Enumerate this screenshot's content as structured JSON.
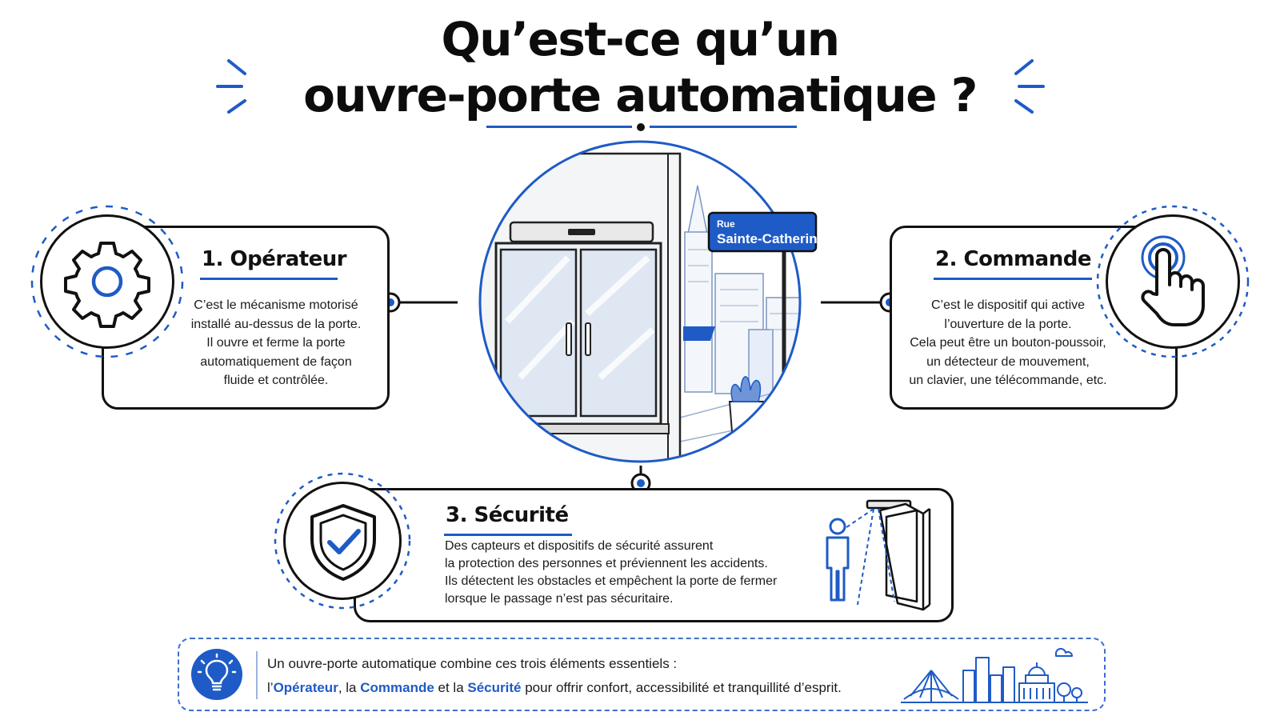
{
  "title": {
    "line1": "Qu’est-ce qu’un",
    "line2": "ouvre-porte automatique ?"
  },
  "illustration": {
    "street_sign_line1": "Rue",
    "street_sign_line2": "Sainte-Catherine"
  },
  "cards": [
    {
      "title": "1. Opérateur",
      "icon": "gear-icon",
      "lines": [
        "C’est le mécanisme motorisé",
        "installé au-dessus de la porte.",
        "Il ouvre et ferme la porte",
        "automatiquement de façon",
        "fluide et contrôlée."
      ]
    },
    {
      "title": "2. Commande",
      "icon": "hand-pointer-icon",
      "lines": [
        "C’est le dispositif qui active",
        "l’ouverture de la porte.",
        "Cela peut être un bouton-poussoir,",
        "un détecteur de mouvement,",
        "un clavier, une télécommande, etc."
      ]
    },
    {
      "title": "3. Sécurité",
      "icon": "shield-check-icon",
      "lines": [
        "Des capteurs et dispositifs de sécurité assurent",
        "la protection des personnes et préviennent les accidents.",
        "Ils détectent les obstacles et empêchent la porte de fermer",
        "lorsque le passage n’est pas sécuritaire."
      ]
    }
  ],
  "summary": {
    "icon": "lightbulb-icon",
    "line1": "Un ouvre-porte automatique combine ces trois éléments essentiels :",
    "line2_prefix": "l’",
    "term1": "Opérateur",
    "sep1": ", la ",
    "term2": "Commande",
    "sep2": " et la ",
    "term3": "Sécurité",
    "line2_suffix": " pour offrir confort, accessibilité et tranquillité d’esprit."
  },
  "colors": {
    "accent": "#1e5bc6",
    "ink": "#111111",
    "sign": "#1f5bc6"
  }
}
